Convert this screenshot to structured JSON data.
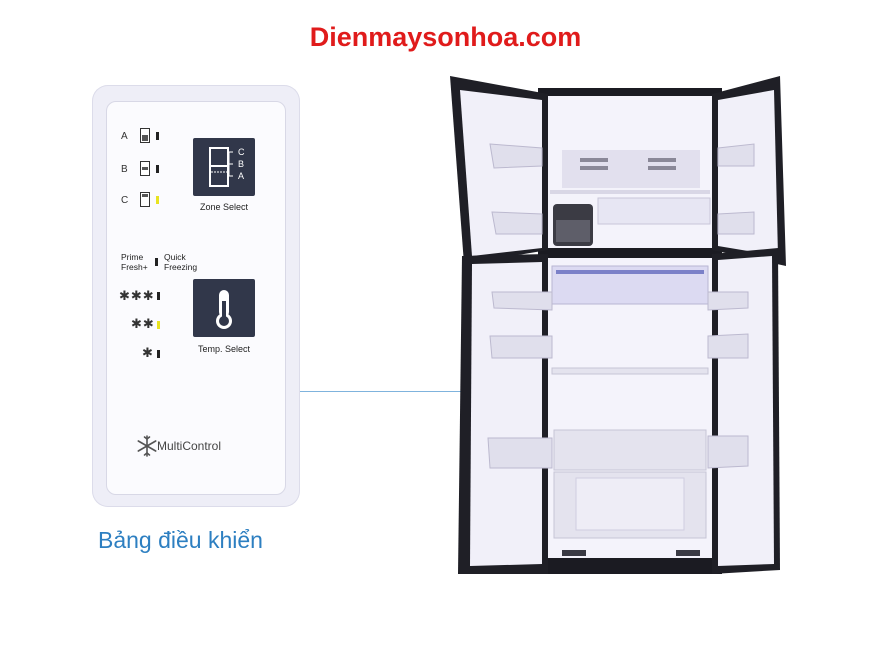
{
  "site_title": "Dienmaysonhoa.com",
  "panel": {
    "zones": [
      {
        "letter": "A",
        "led": "off"
      },
      {
        "letter": "B",
        "led": "off"
      },
      {
        "letter": "C",
        "led": "on"
      }
    ],
    "zone_scale": [
      "C",
      "B",
      "A"
    ],
    "zone_select_label": "Zone Select",
    "prime_fresh_label": "Prime\nFresh+",
    "quick_freezing_label": "Quick\nFreezing",
    "temp_levels": [
      "✱✱✱",
      "✱✱",
      "✱"
    ],
    "temp_select_label": "Temp. Select",
    "brand_label": "MultiControl"
  },
  "caption": "Bảng điều khiển",
  "colors": {
    "title": "#e01b1b",
    "caption": "#2d7fc1",
    "panel_button": "#31374a",
    "led_on": "#e8e321",
    "fridge_body": "#1b1b22",
    "fridge_interior": "#f4f3fb"
  }
}
